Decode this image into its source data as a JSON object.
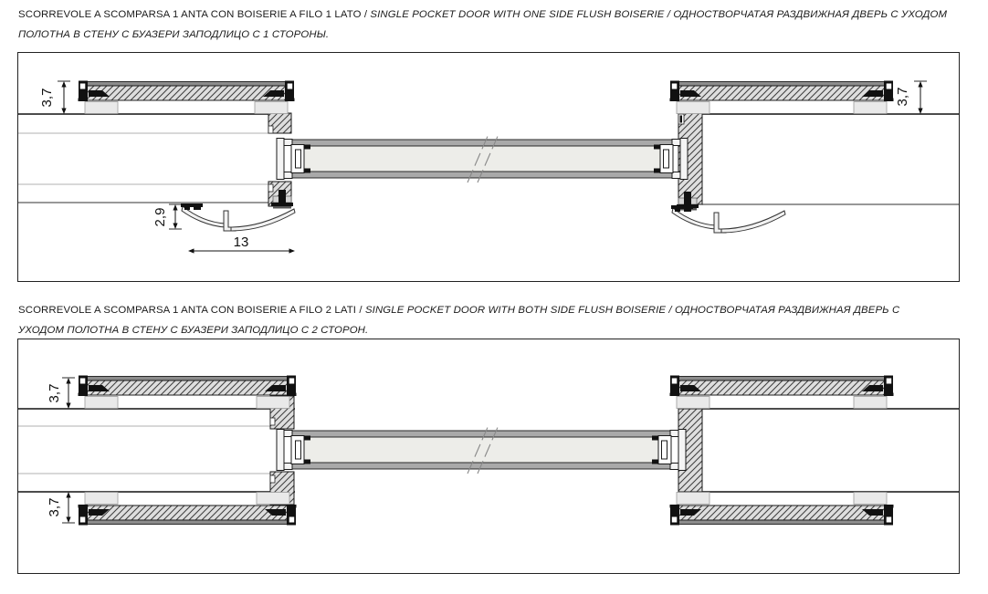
{
  "sections": [
    {
      "id": "one-side-flush",
      "title_regular": "SCORREVOLE A SCOMPARSA 1 ANTA CON BOISERIE A FILO 1 LATO / ",
      "title_italic": "SINGLE POCKET DOOR WITH ONE SIDE FLUSH BOISERIE / ОДНОСТВОРЧАТАЯ РАЗДВИЖНАЯ ДВЕРЬ С УХОДОМ ПОЛОТНА В СТЕНУ С БУАЗЕРИ ЗАПОДЛИЦО С 1 СТОРОНЫ.",
      "dimensions": {
        "boiserie_thickness_left": "3,7",
        "boiserie_thickness_right": "3,7",
        "handle_depth": "2,9",
        "handle_width": "13"
      }
    },
    {
      "id": "two-sides-flush",
      "title_regular": "SCORREVOLE A SCOMPARSA 1 ANTA CON BOISERIE A FILO 2 LATI / ",
      "title_italic": "SINGLE POCKET DOOR WITH BOTH SIDE FLUSH BOISERIE / ОДНОСТВОРЧАТАЯ РАЗДВИЖНАЯ ДВЕРЬ С УХОДОМ ПОЛОТНА В СТЕНУ С БУАЗЕРИ ЗАПОДЛИЦО С 2 СТОРОН.",
      "dimensions": {
        "boiserie_thickness_top": "3,7",
        "boiserie_thickness_bottom": "3,7"
      }
    }
  ],
  "colors": {
    "outline": "#1a1a1a",
    "hatch_bg": "#dedede",
    "hatch_line": "#3c3c3c",
    "cap": "#8c8c8c",
    "block": "#e9e9e9",
    "block_stroke": "#9a9a9a",
    "door_core": "#edede9",
    "door_rail": "#a9a9a9",
    "wall_line_light": "#b0b0b0",
    "wall_line_dark": "#111111",
    "dim": "#111111"
  }
}
